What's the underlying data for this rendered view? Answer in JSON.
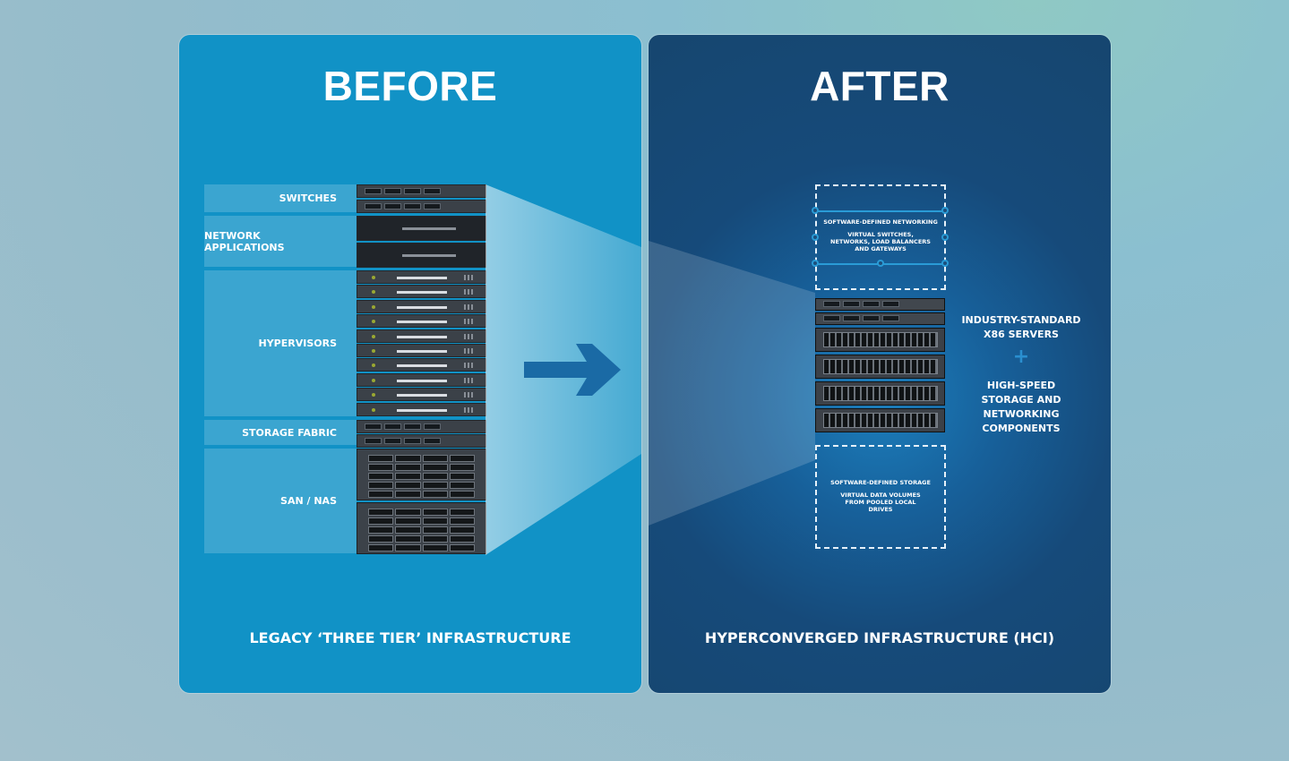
{
  "before": {
    "title": "BEFORE",
    "caption": "LEGACY ‘THREE TIER’ INFRASTRUCTURE",
    "labels": {
      "switches": "SWITCHES",
      "network_applications": "NETWORK APPLICATIONS",
      "hypervisors": "HYPERVISORS",
      "storage_fabric": "STORAGE FABRIC",
      "san_nas": "SAN / NAS"
    }
  },
  "after": {
    "title": "AFTER",
    "caption": "HYPERCONVERGED INFRASTRUCTURE (HCI)",
    "networking": {
      "heading": "SOFTWARE-DEFINED NETWORKING",
      "detail": "VIRTUAL SWITCHES, NETWORKS, LOAD BALANCERS AND GATEWAYS"
    },
    "storage": {
      "heading": "SOFTWARE-DEFINED STORAGE",
      "detail": "VIRTUAL DATA VOLUMES FROM POOLED LOCAL DRIVES"
    },
    "servers_label": "INDUSTRY-STANDARD X86 SERVERS",
    "plus": "+",
    "components_label": "HIGH-SPEED STORAGE AND NETWORKING COMPONENTS"
  },
  "colors": {
    "before_panel": "#1192c6",
    "after_panel": "#164a7a",
    "arrow": "#1a6aa5"
  }
}
